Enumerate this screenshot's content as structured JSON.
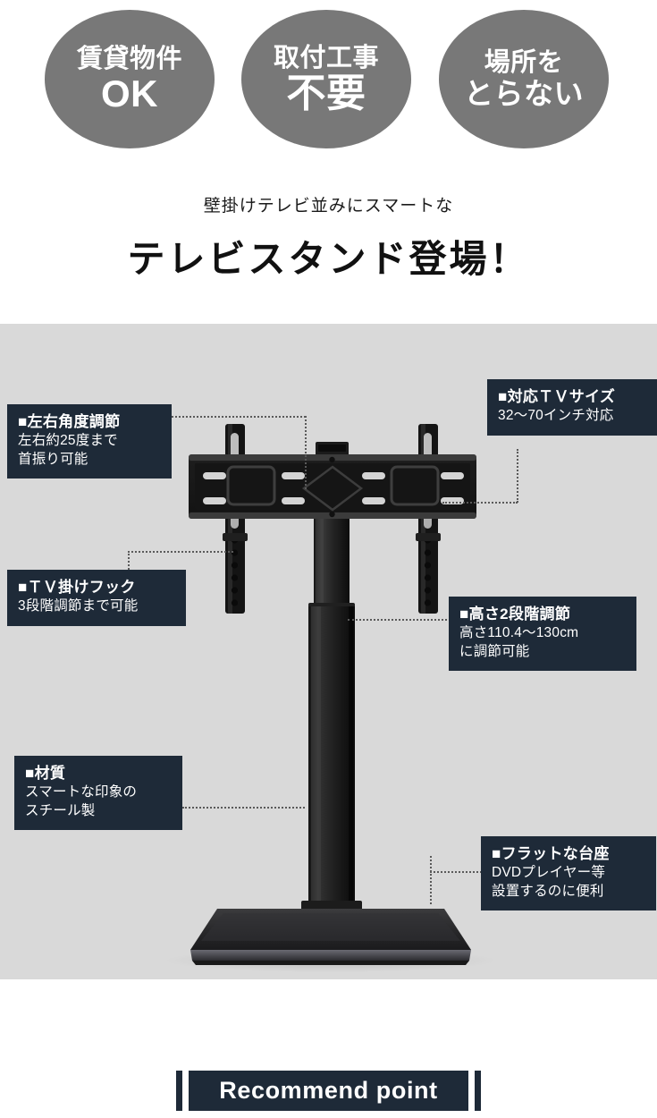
{
  "badges": [
    {
      "top": "賃貸物件",
      "main": "OK",
      "name": "badge-rental-ok"
    },
    {
      "top": "取付工事",
      "main": "不要",
      "name": "badge-no-installation"
    },
    {
      "top": "場所を",
      "main": "とらない",
      "name": "badge-space-saving"
    }
  ],
  "headline": {
    "sub": "壁掛けテレビ並みにスマートな",
    "main": "テレビスタンド登場！"
  },
  "callouts": {
    "angle": {
      "title": "■左右角度調節",
      "line1": "左右約25度まで",
      "line2": "首振り可能"
    },
    "hook": {
      "title": "■ＴＶ掛けフック",
      "line1": "3段階調節まで可能"
    },
    "material": {
      "title": "■材質",
      "line1": "スマートな印象の",
      "line2": "スチール製"
    },
    "tvsize": {
      "title": "■対応ＴＶサイズ",
      "line1": "32〜70インチ対応"
    },
    "height": {
      "title": "■高さ2段階調節",
      "line1": "高さ110.4〜130cm",
      "line2": "に調節可能"
    },
    "base": {
      "title": "■フラットな台座",
      "line1": "DVDプレイヤー等",
      "line2": "設置するのに便利"
    }
  },
  "banner": {
    "label": "Recommend point"
  },
  "colors": {
    "badge_gray": "#787878",
    "stage_bg": "#d9d9d9",
    "callout_navy": "#1e2a38",
    "text_dark": "#111111",
    "product_black": "#1a1a1a"
  }
}
